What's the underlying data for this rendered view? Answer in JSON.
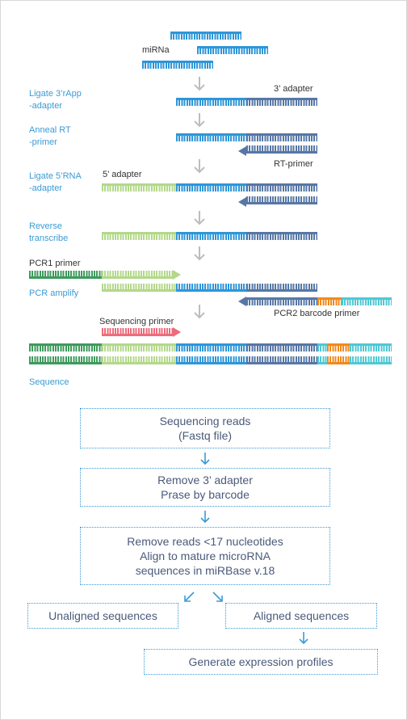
{
  "steps": {
    "mirna": "miRNa",
    "ligate3": "Ligate 3’rApp\n-adapter",
    "adapter3": "3’ adapter",
    "anneal": "Anneal RT\n-primer",
    "rt_primer": "RT-primer",
    "ligate5": "Ligate 5’RNA\n-adapter",
    "adapter5": "5’ adapter",
    "reverse": "Reverse\ntranscribe",
    "pcr1": "PCR1 primer",
    "pcr_amplify": "PCR amplify",
    "pcr2": "PCR2 barcode primer",
    "seq_primer": "Sequencing primer",
    "sequence": "Sequence"
  },
  "flow": {
    "box1_line1": "Sequencing reads",
    "box1_line2": "(Fastq file)",
    "box2_line1": "Remove 3’ adapter",
    "box2_line2": "Prase by barcode",
    "box3_line1": "Remove reads <17 nucleotides",
    "box3_line2": "Align to mature microRNA",
    "box3_line3": "sequences in  miRBase v.18",
    "unaligned": "Unaligned sequences",
    "aligned": "Aligned sequences",
    "generate": "Generate expression profiles"
  },
  "colors": {
    "label_blue": "#3a9bd5",
    "mirna": "#2e96d8",
    "adapter3": "#5677a6",
    "adapter5": "#b3d88a",
    "pcr1": "#3e9a5c",
    "barcode": "#f08a1c",
    "pcr2_tail": "#4ec8d4",
    "seq_primer": "#ee6b7a",
    "step_arrow": "#bdbdbd"
  }
}
